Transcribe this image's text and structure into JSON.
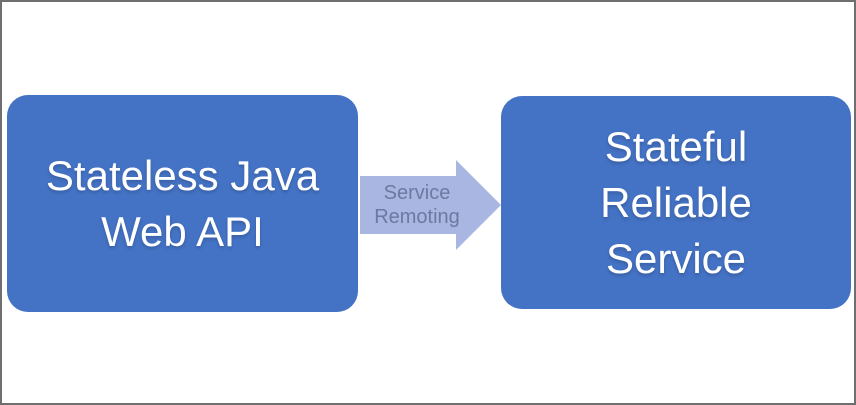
{
  "colors": {
    "background": "#ffffff",
    "frame_border": "#6f6f6f",
    "box_fill": "#4472c4",
    "box_text": "#ffffff",
    "arrow_fill": "#a9b6e1",
    "arrow_text": "#6b7aa1"
  },
  "left_box": {
    "lines": [
      "Stateless Java",
      "Web API"
    ]
  },
  "arrow": {
    "lines": [
      "Service",
      "Remoting"
    ]
  },
  "right_box": {
    "lines": [
      "Stateful",
      "Reliable",
      "Service"
    ]
  }
}
